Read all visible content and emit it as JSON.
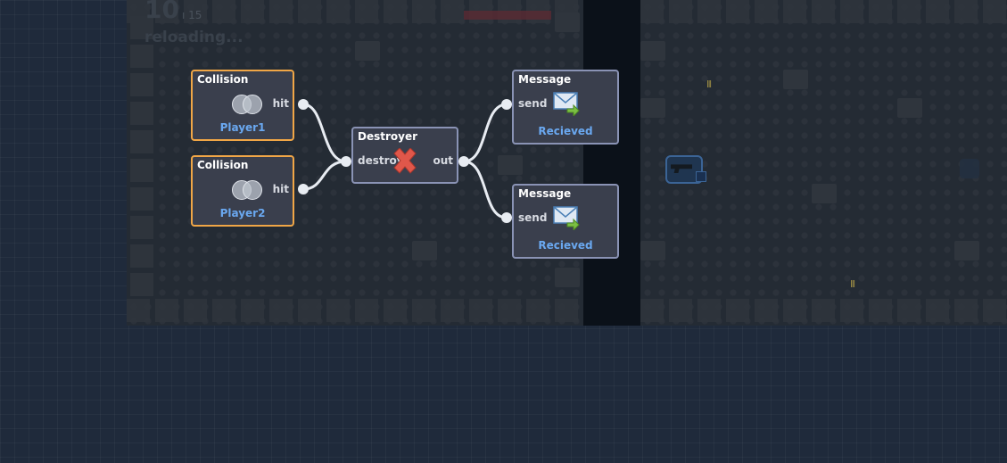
{
  "hud": {
    "score": "10",
    "ammo": "ı 15",
    "status": "reloading..."
  },
  "nodes": {
    "collision1": {
      "title": "Collision",
      "port_out": "hit",
      "target": "Player1"
    },
    "collision2": {
      "title": "Collision",
      "port_out": "hit",
      "target": "Player2"
    },
    "destroyer": {
      "title": "Destroyer",
      "port_in": "destroy",
      "port_out": "out"
    },
    "message1": {
      "title": "Message",
      "port_in": "send",
      "target": "Recieved"
    },
    "message2": {
      "title": "Message",
      "port_in": "send",
      "target": "Recieved"
    }
  },
  "colors": {
    "trigger_border": "#f0a646",
    "node_border": "#8a93b5",
    "target_text": "#6aa8f0",
    "wire": "#e8ecf2",
    "destroy_x": "#e0574a",
    "envelope_arrow": "#7bc043"
  },
  "icons": {
    "collision": "venn-circles-icon",
    "destroyer": "red-x-icon",
    "message": "envelope-arrow-icon"
  }
}
